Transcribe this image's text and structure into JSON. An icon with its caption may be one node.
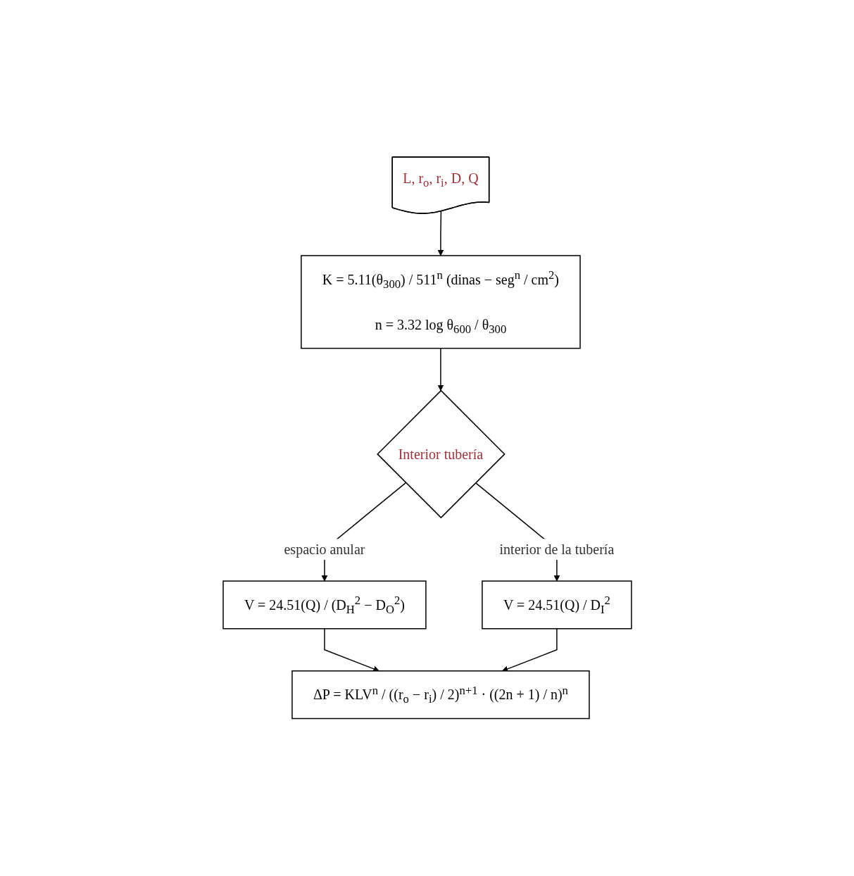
{
  "diagram": {
    "nodes": [
      {
        "text": [
          "L, r$_{o}$, r$_{i}$, D, Q"
        ]
      },
      {
        "text": [
          "K = 5.11(θ$_{300}$) / 511$^{n}$ (dinas − seg$^{n}$ / cm$^{2}$)",
          "n = 3.32 log θ$_{600}$ / θ$_{300}$"
        ]
      },
      {
        "text": [
          "Interior tubería"
        ]
      },
      {
        "text": [
          "V = 24.51(Q) / (D$_{H}$$^{2}$ − D$_{O}$$^{2}$)"
        ]
      },
      {
        "text": [
          "V = 24.51(Q) / D$_{I}$$^{2}$"
        ]
      },
      {
        "text": [
          "ΔP = KLV$^{n}$ / ((r$_{o}$ − r$_{i}$) / 2)$^{n+1}$ · ((2n + 1) / n)$^{n}$"
        ]
      }
    ],
    "edges": [
      {
        "from": 0,
        "to": 1,
        "arrow": "to"
      },
      {
        "from": 1,
        "to": 2,
        "arrow": "to"
      },
      {
        "from": 2,
        "to": 3,
        "arrow": "to",
        "label": "espacio anular"
      },
      {
        "from": 2,
        "to": 4,
        "arrow": "to",
        "label": "interior de la tubería"
      },
      {
        "from": 3,
        "to": 5,
        "arrow": "to"
      },
      {
        "from": 4,
        "to": 5,
        "arrow": "to"
      }
    ]
  }
}
